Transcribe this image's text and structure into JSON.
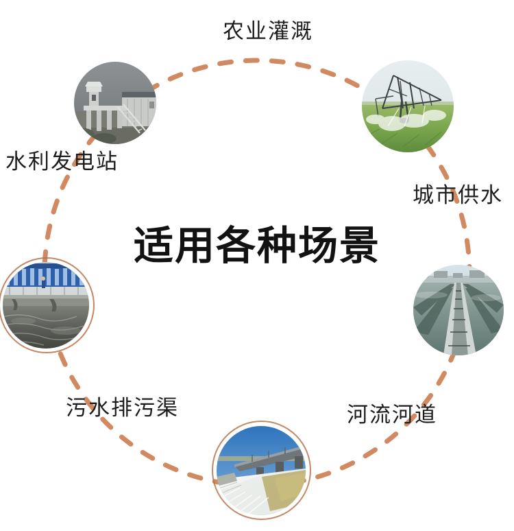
{
  "center": {
    "title": "适用各种场景"
  },
  "theme": {
    "dash_color": "#cc7f52",
    "ring_color": "#b9724b",
    "title_color": "#121212",
    "label_color": "#1c1c1c",
    "background": "#ffffff"
  },
  "diagram": {
    "type": "cycle",
    "node_count": 6,
    "connector": "dashed-ellipse"
  },
  "nodes": [
    {
      "id": "hydro",
      "label": "水利发电站",
      "image": "hydroelectric-station-photo",
      "position": "top-left",
      "has_ring": false
    },
    {
      "id": "irrigation",
      "label": "农业灌溉",
      "image": "center-pivot-irrigation-photo",
      "position": "top-right",
      "has_ring": false
    },
    {
      "id": "citywater",
      "label": "城市供水",
      "image": "water-treatment-basins-photo",
      "position": "right",
      "has_ring": false
    },
    {
      "id": "river",
      "label": "河流河道",
      "image": "river-weir-dam-photo",
      "position": "bottom",
      "has_ring": true
    },
    {
      "id": "sewage",
      "label": "污水排污渠",
      "image": "sewage-treatment-plant-photo",
      "position": "left",
      "has_ring": true
    }
  ],
  "labels": {
    "irrigation": "农业灌溉",
    "hydro": "水利发电站",
    "citywater": "城市供水",
    "river": "河流河道",
    "sewage": "污水排污渠"
  }
}
